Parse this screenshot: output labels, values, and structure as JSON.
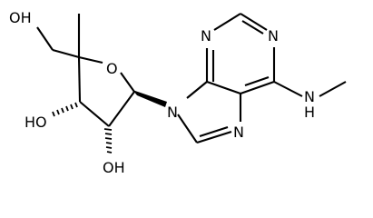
{
  "molecule": {
    "atoms": {
      "oh_top": "OH",
      "o_ring": "O",
      "oh_left": "HO",
      "oh_bottom": "OH",
      "n9": "N",
      "n7": "N",
      "n3": "N",
      "n1": "N",
      "nh": "N",
      "nh_h": "H"
    }
  },
  "colors": {
    "ink": "#000000",
    "background": "#ffffff"
  }
}
